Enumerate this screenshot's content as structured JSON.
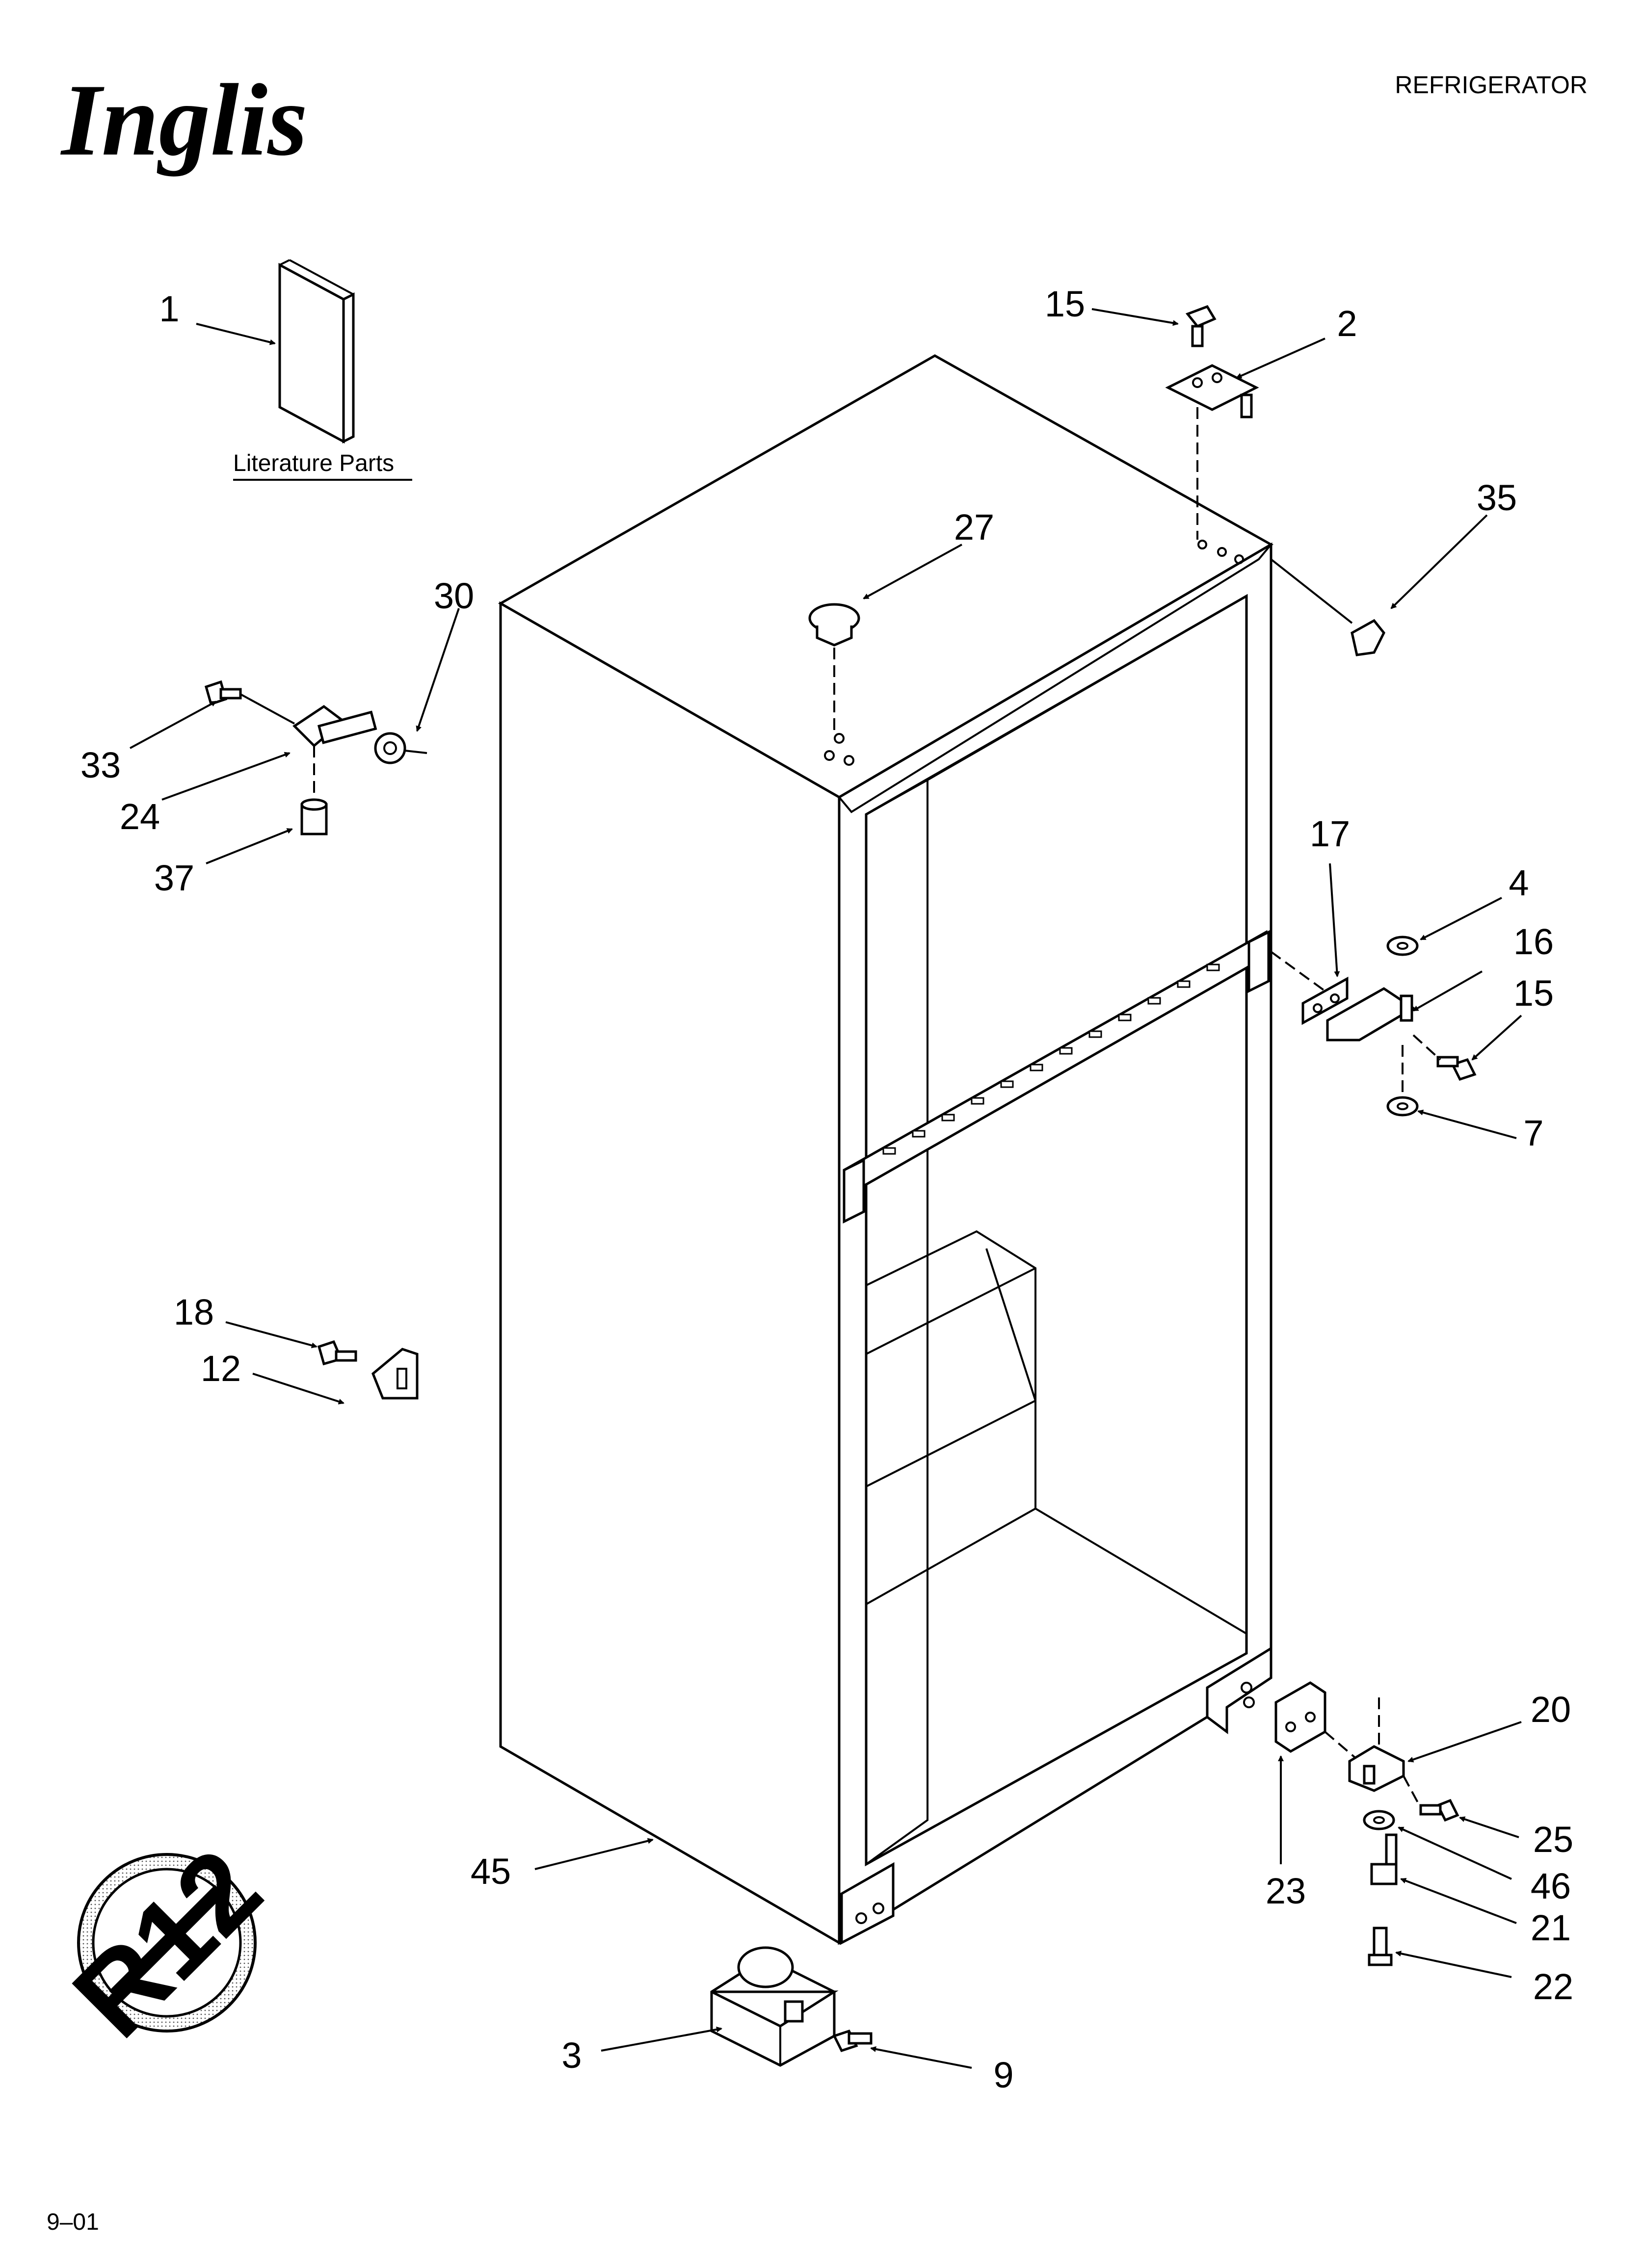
{
  "header": {
    "brand": "Inglis",
    "category": "REFRIGERATOR"
  },
  "literature": {
    "label": "Literature Parts"
  },
  "footer": {
    "code": "9–01"
  },
  "badge": {
    "text": "R12"
  },
  "callouts": [
    "1",
    "15",
    "2",
    "27",
    "35",
    "30",
    "33",
    "24",
    "37",
    "17",
    "4",
    "16",
    "15",
    "7",
    "18",
    "12",
    "20",
    "23",
    "25",
    "46",
    "21",
    "45",
    "22",
    "3",
    "9"
  ]
}
